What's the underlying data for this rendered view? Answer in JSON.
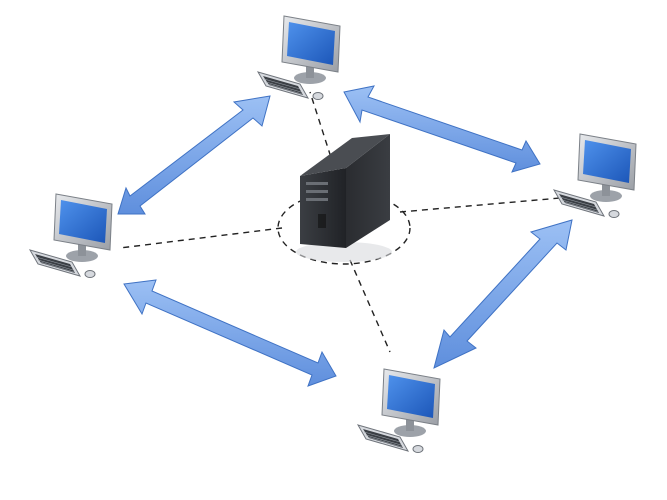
{
  "diagram": {
    "center_node": {
      "kind": "server-tower",
      "icon": "server-tower-icon"
    },
    "nodes": [
      {
        "id": "workstation-top",
        "icon": "workstation-icon"
      },
      {
        "id": "workstation-right",
        "icon": "workstation-icon"
      },
      {
        "id": "workstation-bottom",
        "icon": "workstation-icon"
      },
      {
        "id": "workstation-left",
        "icon": "workstation-icon"
      }
    ],
    "star_links": {
      "from": "center_node",
      "to": [
        "workstation-top",
        "workstation-right",
        "workstation-bottom",
        "workstation-left"
      ],
      "style": "dashed"
    },
    "ring_links": [
      {
        "from": "workstation-top",
        "to": "workstation-right",
        "style": "double-arrow"
      },
      {
        "from": "workstation-right",
        "to": "workstation-bottom",
        "style": "double-arrow"
      },
      {
        "from": "workstation-bottom",
        "to": "workstation-left",
        "style": "double-arrow"
      },
      {
        "from": "workstation-left",
        "to": "workstation-top",
        "style": "double-arrow"
      }
    ],
    "colors": {
      "arrow_fill": "#6f9fe4",
      "arrow_stroke": "#3f72c4",
      "screen": "#2f6fd1",
      "monitor_frame": "#c9ccd1",
      "server_body": "#2d2f33",
      "dashed_line": "#222222"
    }
  }
}
